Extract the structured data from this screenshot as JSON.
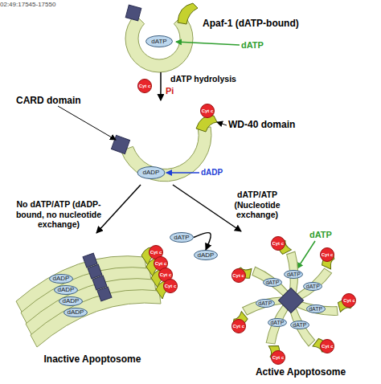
{
  "diagram": {
    "nodes": [
      {
        "text": [
          "Apaf-1 (dATP-bound)"
        ]
      },
      {
        "text": [
          "dATP"
        ],
        "in": 0
      },
      {
        "text": [
          "Cyt c"
        ]
      },
      {
        "text": [
          "dADP"
        ]
      },
      {
        "text": [
          "Cyt c"
        ],
        "in": 3
      },
      {
        "text": [
          "dATP"
        ]
      },
      {
        "text": [
          "dADP"
        ]
      },
      {
        "text": [
          "Inactive Apoptosome"
        ]
      },
      {
        "text": [
          "dADP"
        ],
        "in": 7
      },
      {
        "text": [
          "dADP"
        ],
        "in": 7
      },
      {
        "text": [
          "dADP"
        ],
        "in": 7
      },
      {
        "text": [
          "dADP"
        ],
        "in": 7
      },
      {
        "text": [
          "Cyt c"
        ],
        "in": 7
      },
      {
        "text": [
          "Cyt c"
        ],
        "in": 7
      },
      {
        "text": [
          "Cyt c"
        ],
        "in": 7
      },
      {
        "text": [
          "Cyt c"
        ],
        "in": 7
      },
      {
        "text": [
          "Active Apoptosome"
        ]
      },
      {
        "text": [
          "Cyt c"
        ],
        "in": 16
      },
      {
        "text": [
          "Cyt c"
        ],
        "in": 16
      },
      {
        "text": [
          "Cyt c"
        ],
        "in": 16
      },
      {
        "text": [
          "Cyt c"
        ],
        "in": 16
      },
      {
        "text": [
          "Cyt c"
        ],
        "in": 16
      },
      {
        "text": [
          "Cyt c"
        ],
        "in": 16
      },
      {
        "text": [
          "Cyt c"
        ],
        "in": 16
      },
      {
        "text": [
          "dATP"
        ],
        "in": 16
      },
      {
        "text": [
          "dATP"
        ],
        "in": 16
      },
      {
        "text": [
          "dATP"
        ],
        "in": 16
      },
      {
        "text": [
          "dATP"
        ],
        "in": 16
      },
      {
        "text": [
          "dATP"
        ],
        "in": 16
      },
      {
        "text": [
          "dATP"
        ],
        "in": 16
      },
      {
        "text": [
          "dATP"
        ],
        "in": 16
      }
    ],
    "edges": [
      {
        "from": 0,
        "to": 3,
        "arrow": "to",
        "label": "dATP hydrolysis"
      },
      {
        "from": 3,
        "to": 7,
        "arrow": "to",
        "label": "No dATP/ATP (dADP-bound, no nucleotide exchange)"
      },
      {
        "from": 3,
        "to": 16,
        "arrow": "to",
        "label": "dATP/ATP (Nucleotide exchange)"
      },
      {
        "from": 5,
        "to": 6,
        "arrow": "to"
      }
    ],
    "labels": [
      "02:49:17545-17550",
      "dATP",
      "Pi",
      "CARD domain",
      "WD-40 domain",
      "dADP",
      "dATP"
    ]
  }
}
